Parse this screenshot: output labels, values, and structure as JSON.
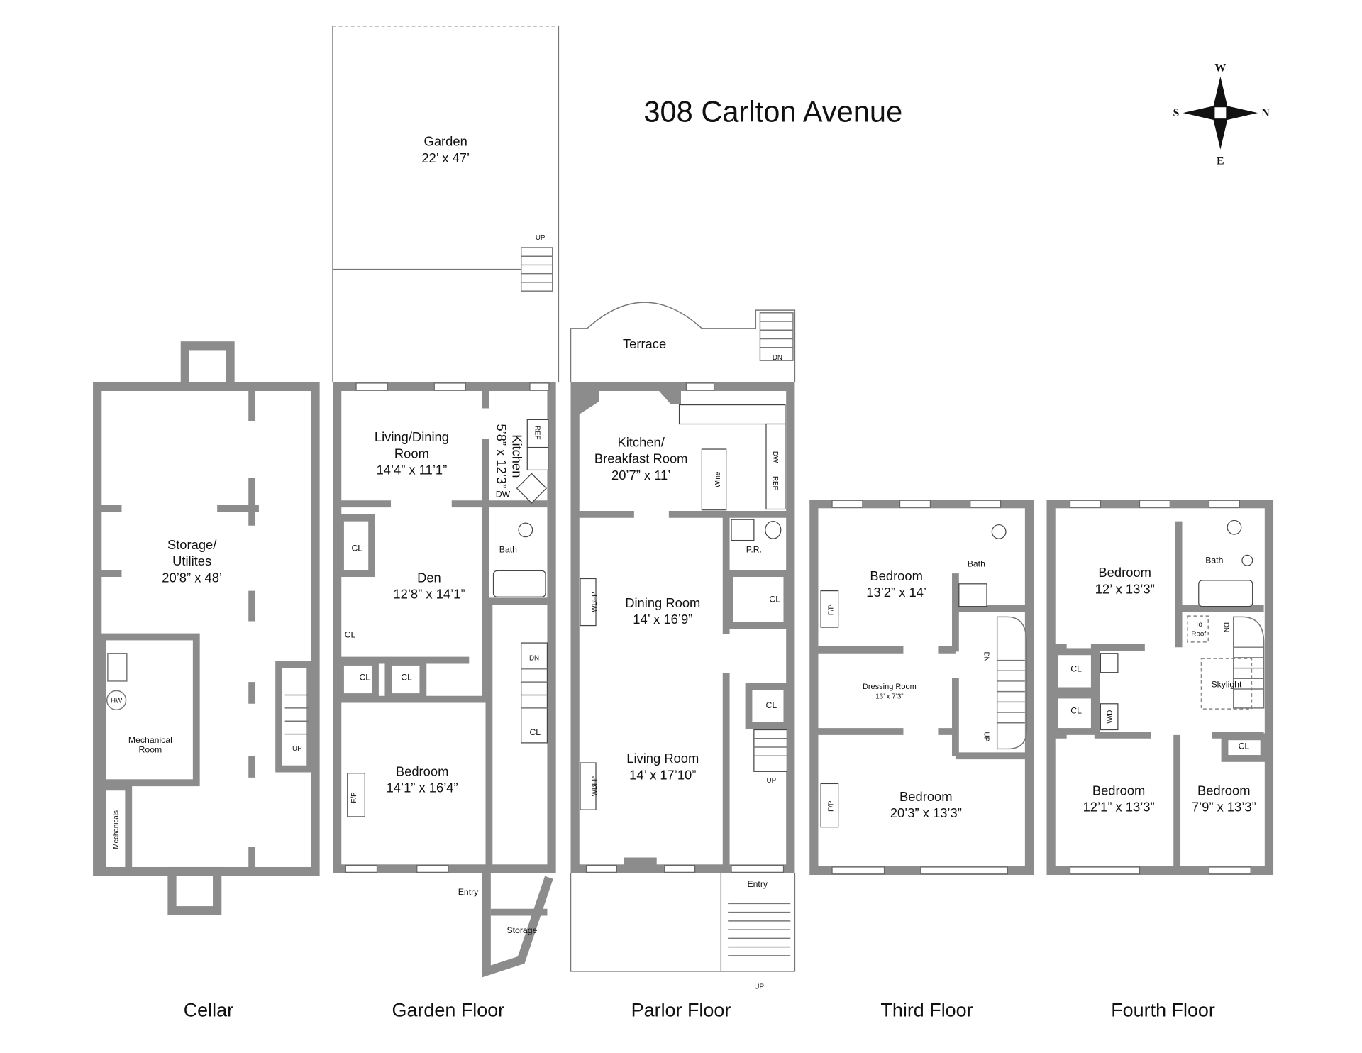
{
  "title": "308 Carlton Avenue",
  "compass": {
    "w": "W",
    "s": "S",
    "n": "N",
    "e": "E"
  },
  "garden": {
    "name": "Garden",
    "dims": "22’ x 47’",
    "up": "UP"
  },
  "floors": {
    "cellar": {
      "name": "Cellar",
      "storage": [
        "Storage/",
        "Utilites",
        "20’8” x 48’"
      ],
      "mechanical_room": [
        "Mechanical",
        "Room"
      ],
      "hw": "HW",
      "mechanicals": "Mechanicals",
      "up": "UP"
    },
    "garden_floor": {
      "name": "Garden Floor",
      "living": [
        "Living/Dining",
        "Room",
        "14’4” x 11’1”"
      ],
      "kitchen": [
        "Kitchen",
        "5’8” x 12’3”"
      ],
      "ref": "REF",
      "dw": "DW",
      "den": [
        "Den",
        "12’8” x 14’1”"
      ],
      "bath": "Bath",
      "cl": "CL",
      "bedroom": [
        "Bedroom",
        "14’1” x 16’4”"
      ],
      "fp": "F/P",
      "dn": "DN",
      "entry": "Entry",
      "storage": "Storage"
    },
    "parlor_floor": {
      "name": "Parlor Floor",
      "terrace": "Terrace",
      "dn": "DN",
      "kitchen": [
        "Kitchen/",
        "Breakfast Room",
        "20’7” x 11’"
      ],
      "wine": "Wine",
      "dw": "DW",
      "ref": "REF",
      "pr": "P.R.",
      "cl": "CL",
      "dining": [
        "Dining Room",
        "14’ x 16’9”"
      ],
      "living": [
        "Living Room",
        "14’ x 17’10”"
      ],
      "wbfp": "WBFP",
      "up": "UP",
      "entry": "Entry"
    },
    "third_floor": {
      "name": "Third Floor",
      "bedroom1": [
        "Bedroom",
        "13’2” x 14’"
      ],
      "bath": "Bath",
      "fp": "F/P",
      "dressing": [
        "Dressing Room",
        "13’ x 7’3”"
      ],
      "bedroom2": [
        "Bedroom",
        "20’3” x 13’3”"
      ],
      "dn": "DN",
      "up": "UP"
    },
    "fourth_floor": {
      "name": "Fourth Floor",
      "bedroom1": [
        "Bedroom",
        "12’ x 13’3”"
      ],
      "bath": "Bath",
      "to_roof": [
        "To",
        "Roof"
      ],
      "dn": "DN",
      "cl": "CL",
      "wd": "W/D",
      "skylight": "Skylight",
      "bedroom2": [
        "Bedroom",
        "12’1” x 13’3”"
      ],
      "bedroom3": [
        "Bedroom",
        "7’9” x 13’3”"
      ]
    }
  }
}
